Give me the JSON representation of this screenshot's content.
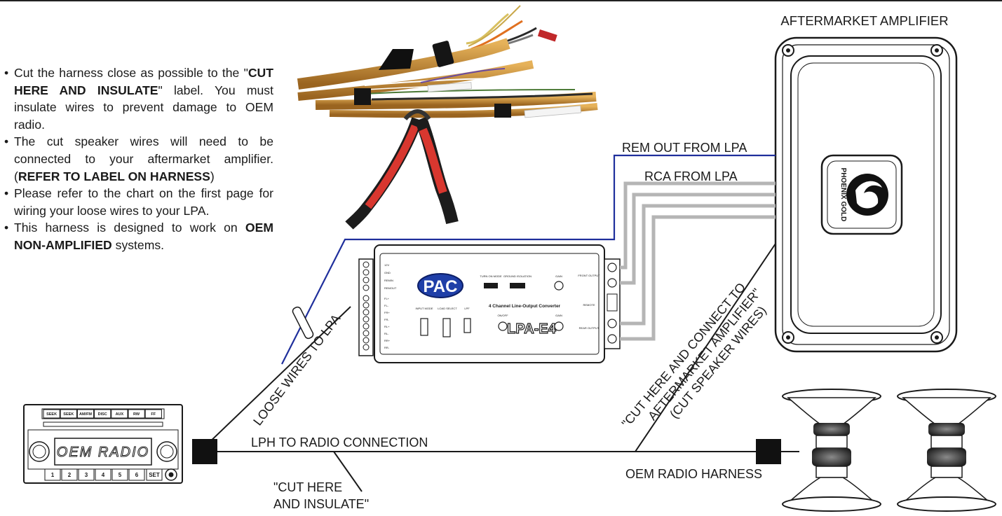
{
  "instructions": [
    {
      "parts": [
        {
          "t": "Cut the harness close as possible to the \""
        },
        {
          "t": "CUT HERE AND INSULATE",
          "b": true
        },
        {
          "t": "\" label. You must insulate wires to prevent damage to OEM radio."
        }
      ]
    },
    {
      "parts": [
        {
          "t": "The cut speaker wires will need to be connected to your aftermarket amplifier. ("
        },
        {
          "t": "REFER TO LABEL ON HARNESS",
          "b": true
        },
        {
          "t": ")"
        }
      ]
    },
    {
      "parts": [
        {
          "t": "Please refer to the chart on the first page for wiring your loose wires to your LPA."
        }
      ]
    },
    {
      "parts": [
        {
          "t": "This harness is designed to work on "
        },
        {
          "t": "OEM NON-AMPLIFIED",
          "b": true
        },
        {
          "t": " systems."
        }
      ]
    }
  ],
  "labels": {
    "amplifier": "AFTERMARKET AMPLIFIER",
    "rem_out": "REM OUT FROM LPA",
    "rca": "RCA FROM LPA",
    "loose_wires": "LOOSE WIRES TO LPA",
    "lph_connection": "LPH TO RADIO CONNECTION",
    "cut_insulate_line1": "\"CUT HERE",
    "cut_insulate_line2": "AND INSULATE\"",
    "oem_harness": "OEM RADIO HARNESS",
    "cut_connect_line1": "\"CUT HERE AND CONNECT TO",
    "cut_connect_line2": "AFTERMARKET AMPLIFIER\"",
    "cut_connect_line3": "(CUT SPEAKER WIRES)"
  },
  "radio": {
    "display": "OEM RADIO",
    "top_buttons": [
      "SEEK",
      "SEEK",
      "AM/FM",
      "DISC",
      "AUX",
      "RW",
      "FF"
    ],
    "preset_buttons": [
      "1",
      "2",
      "3",
      "4",
      "5",
      "6"
    ],
    "set_button": "SET"
  },
  "lpa": {
    "brand": "PAC",
    "subtitle": "4 Channel Line-Output Converter",
    "model": "LPA-E4",
    "switch_labels": [
      "TURN ON MODE",
      "GROUND ISOLATION"
    ],
    "control_labels": [
      "INPUT MODE",
      "LOAD SELECT",
      "LPF"
    ],
    "gain_labels": [
      "GAIN",
      "ON/OFF",
      "GAIN"
    ],
    "output_labels": [
      "FRONT OUTPUT",
      "REMOTE",
      "REAR OUTPUT"
    ],
    "terminals": [
      "12V",
      "GND",
      "REMIN",
      "REMOUT",
      "FL+",
      "FL-",
      "FR+",
      "FR-",
      "RL+",
      "RL-",
      "RR+",
      "RR-"
    ]
  },
  "amplifier": {
    "logo": "PHOENIX GOLD"
  },
  "colors": {
    "rem_wire": "#1f2f9c",
    "rca_wire": "#b5b5b5",
    "wire_red": "#b8262b",
    "harness_orange": "#c88a32"
  }
}
